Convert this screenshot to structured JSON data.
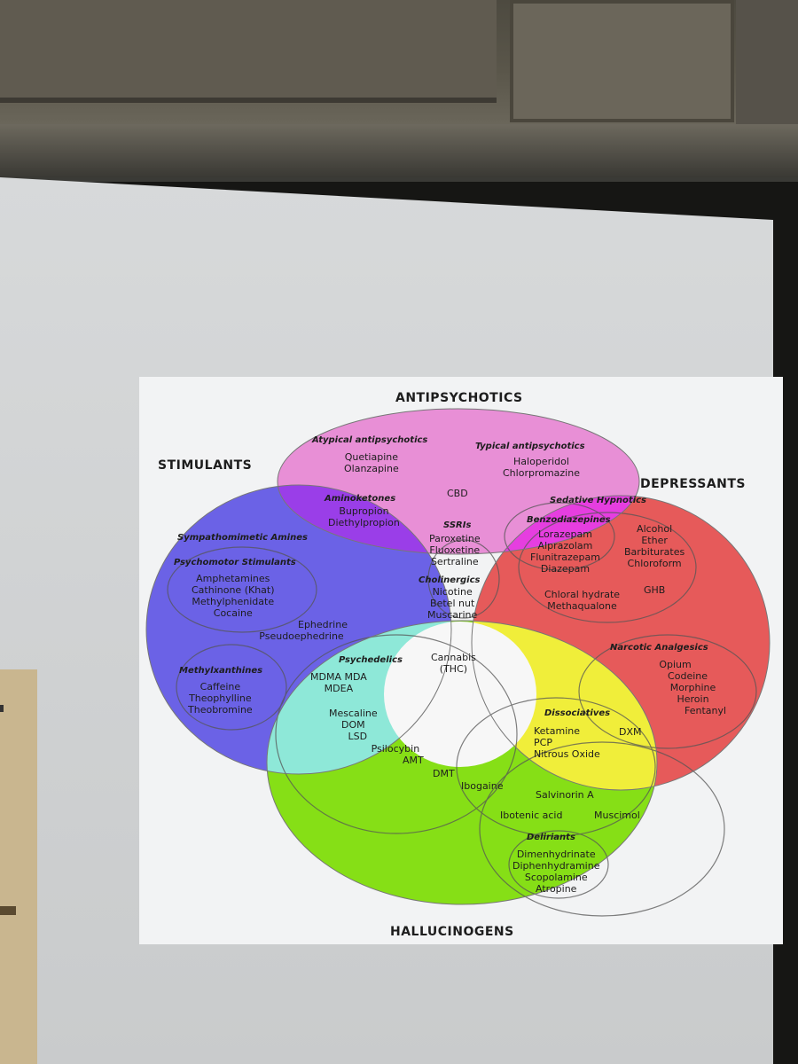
{
  "categories": {
    "antipsychotics": "ANTIPSYCHOTICS",
    "stimulants": "STIMULANTS",
    "depressants": "DEPRESSANTS",
    "hallucinogens": "HALLUCINOGENS"
  },
  "groups": {
    "atypical": "Atypical antipsychotics",
    "typical": "Typical antipsychotics",
    "aminoketones": "Aminoketones",
    "ssris": "SSRIs",
    "cholinergics": "Cholinergics",
    "sympathomimetic": "Sympathomimetic Amines",
    "psychomotor": "Psychomotor Stimulants",
    "methylxanthines": "Methylxanthines",
    "sedative": "Sedative Hypnotics",
    "benzodiazepines": "Benzodiazepines",
    "narcotic": "Narcotic Analgesics",
    "psychedelics": "Psychedelics",
    "dissociatives": "Dissociatives",
    "deliriants": "Deliriants"
  },
  "drugs": {
    "quetiapine": "Quetiapine",
    "olanzapine": "Olanzapine",
    "haloperidol": "Haloperidol",
    "chlorpromazine": "Chlorpromazine",
    "cbd": "CBD",
    "bupropion": "Bupropion",
    "diethylpropion": "Diethylpropion",
    "paroxetine": "Paroxetine",
    "fluoxetine": "Fluoxetine",
    "sertraline": "Sertraline",
    "nicotine": "Nicotine",
    "betel_nut": "Betel nut",
    "muscarine": "Muscarine",
    "amphetamines": "Amphetamines",
    "cathinone": "Cathinone (Khat)",
    "methylphenidate": "Methylphenidate",
    "cocaine": "Cocaine",
    "ephedrine": "Ephedrine",
    "pseudoephedrine": "Pseudoephedrine",
    "caffeine": "Caffeine",
    "theophylline": "Theophylline",
    "theobromine": "Theobromine",
    "lorazepam": "Lorazepam",
    "alprazolam": "Alprazolam",
    "flunitrazepam": "Flunitrazepam",
    "diazepam": "Diazepam",
    "alcohol": "Alcohol",
    "ether": "Ether",
    "barbiturates": "Barbiturates",
    "chloroform": "Chloroform",
    "ghb": "GHB",
    "chloral_hydrate": "Chloral hydrate",
    "methaqualone": "Methaqualone",
    "opium": "Opium",
    "codeine": "Codeine",
    "morphine": "Morphine",
    "heroin": "Heroin",
    "fentanyl": "Fentanyl",
    "mdma_mda": "MDMA  MDA",
    "mdea": "MDEA",
    "cannabis": "Cannabis",
    "thc": "(THC)",
    "mescaline": "Mescaline",
    "dom": "DOM",
    "lsd": "LSD",
    "psilocybin": "Psilocybin",
    "amt": "AMT",
    "ketamine": "Ketamine",
    "pcp": "PCP",
    "nitrous_oxide": "Nitrous Oxide",
    "dxm": "DXM",
    "dmt": "DMT",
    "ibogaine": "Ibogaine",
    "salvinorin_a": "Salvinorin A",
    "ibotenic_acid": "Ibotenic acid",
    "muscimol": "Muscimol",
    "dimenhydrinate": "Dimenhydrinate",
    "diphenhydramine": "Diphenhydramine",
    "scopolamine": "Scopolamine",
    "atropine": "Atropine"
  },
  "colors": {
    "antipsychotics": "#e88fd6",
    "stimulants": "#6b62e6",
    "depressants": "#e65a5a",
    "hallucinogens": "#86df16",
    "stim_anti": "#9a3ee8",
    "anti_dep": "#e63ee0",
    "stim_hall": "#8ee8d8",
    "dep_hall": "#f0ee3a",
    "core": "#f7f7f7"
  }
}
